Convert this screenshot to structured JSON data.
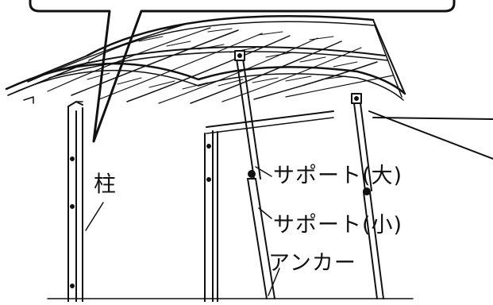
{
  "labels": {
    "pillar": "柱",
    "support_large": "サポート(大)",
    "support_small": "サポート(小)",
    "anchor": "アンカー"
  },
  "colors": {
    "line": "#111111",
    "fill": "#ffffff",
    "panel": "#f2f2f2"
  }
}
